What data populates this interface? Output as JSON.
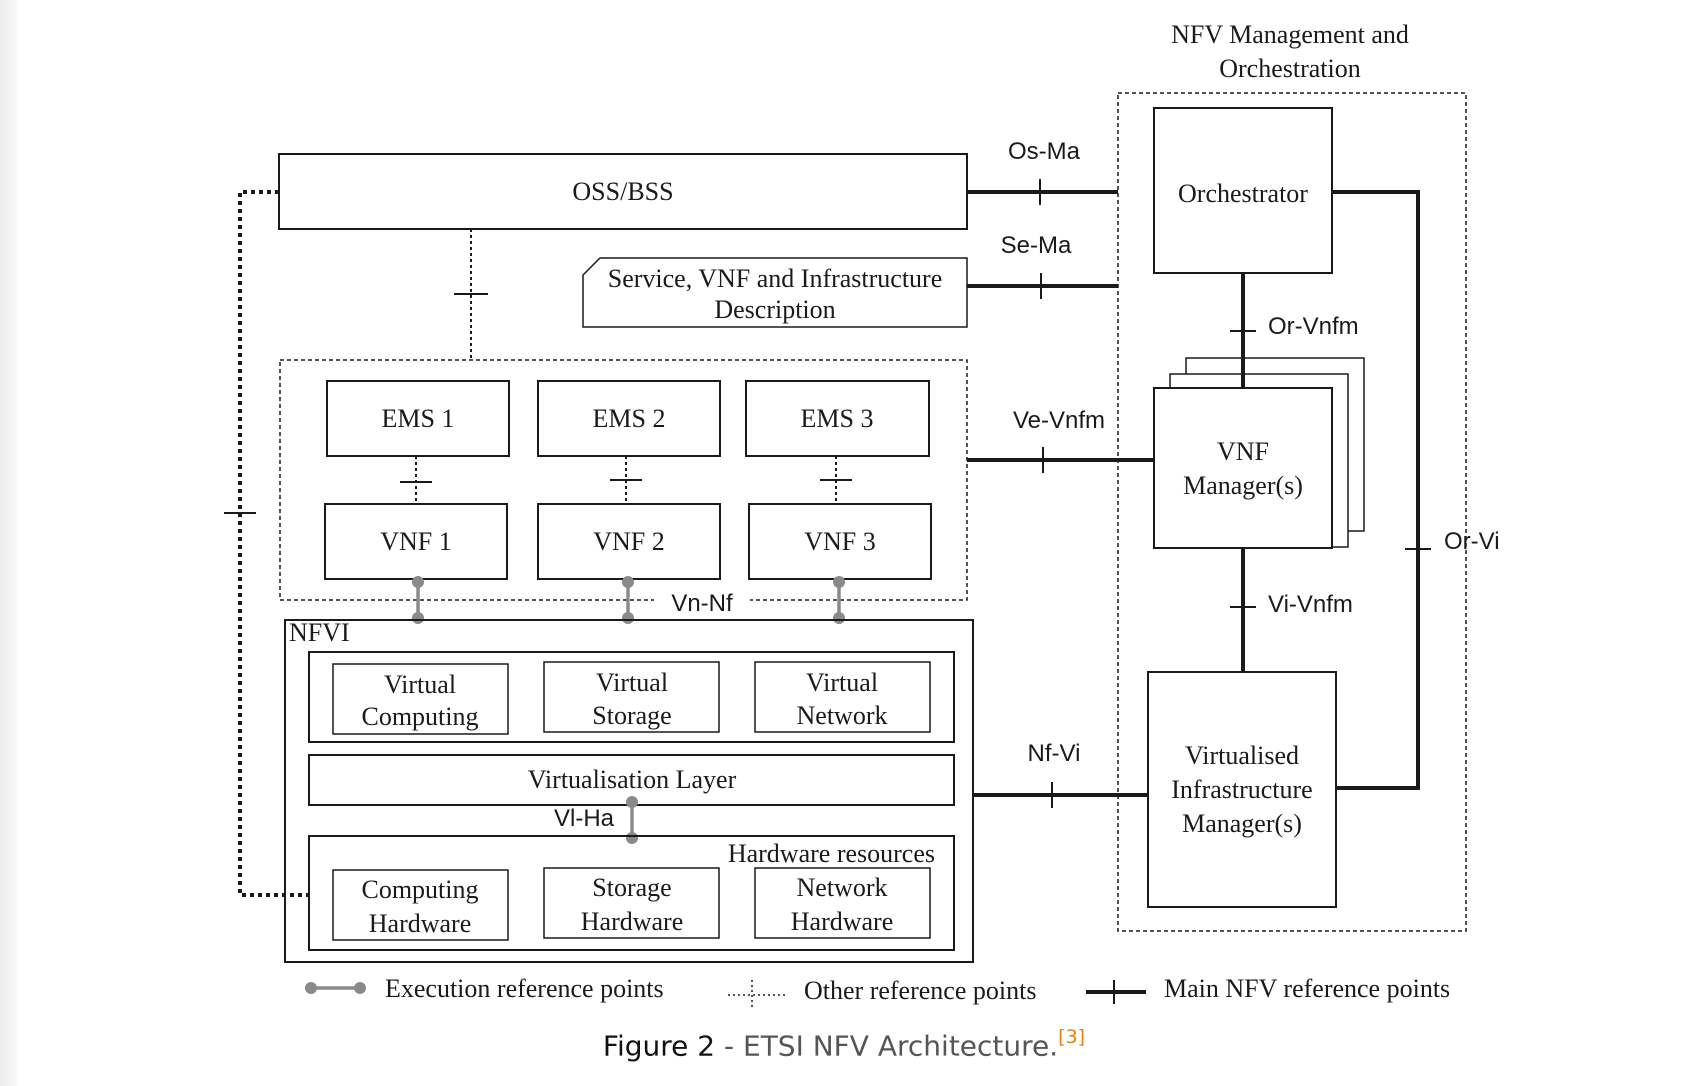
{
  "diagram": {
    "nfv_mano": {
      "title_line1": "NFV Management and",
      "title_line2": "Orchestration",
      "orchestrator": "Orchestrator",
      "vnf_manager_line1": "VNF",
      "vnf_manager_line2": "Manager(s)",
      "vim_line1": "Virtualised",
      "vim_line2": "Infrastructure",
      "vim_line3": "Manager(s)"
    },
    "oss_bss": "OSS/BSS",
    "description_line1": "Service, VNF and Infrastructure",
    "description_line2": "Description",
    "ems": [
      "EMS 1",
      "EMS 2",
      "EMS 3"
    ],
    "vnf": [
      "VNF 1",
      "VNF 2",
      "VNF 3"
    ],
    "nfvi": {
      "title": "NFVI",
      "virtual_computing": [
        "Virtual",
        "Computing"
      ],
      "virtual_storage": [
        "Virtual",
        "Storage"
      ],
      "virtual_network": [
        "Virtual",
        "Network"
      ],
      "virtualisation_layer": "Virtualisation Layer",
      "hardware_resources": "Hardware resources",
      "computing_hardware": [
        "Computing",
        "Hardware"
      ],
      "storage_hardware": [
        "Storage",
        "Hardware"
      ],
      "network_hardware": [
        "Network",
        "Hardware"
      ]
    },
    "reference_points": {
      "os_ma": "Os-Ma",
      "se_ma": "Se-Ma",
      "or_vnfm": "Or-Vnfm",
      "ve_vnfm": "Ve-Vnfm",
      "or_vi": "Or-Vi",
      "vi_vnfm": "Vi-Vnfm",
      "vn_nf": "Vn-Nf",
      "nf_vi": "Nf-Vi",
      "vl_ha": "Vl-Ha"
    },
    "legend": {
      "execution": "Execution reference points",
      "other": "Other reference points",
      "main": "Main NFV reference points"
    }
  },
  "caption": {
    "label": "Figure 2",
    "text": " - ETSI NFV Architecture.",
    "ref": "[3]"
  },
  "colors": {
    "line": "#1a1a1a",
    "execution_point": "#8a8a8a",
    "caption_ref": "#e8830a"
  }
}
